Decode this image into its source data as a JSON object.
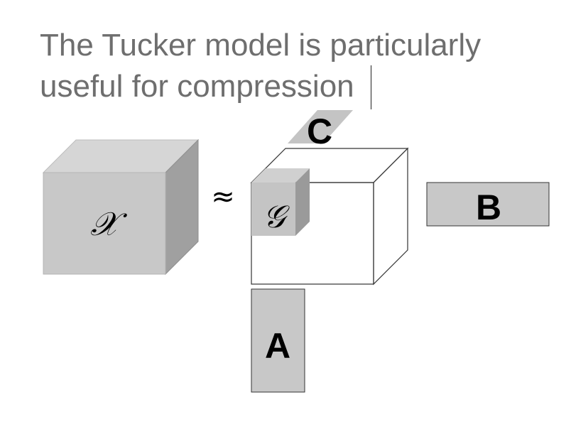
{
  "slide": {
    "title_line1": "The Tucker model is particularly",
    "title_line2": "useful for compression"
  },
  "diagram": {
    "tensor_label": "𝒳",
    "approx_symbol": "≈",
    "core_label": "𝒢",
    "factor_a_label": "A",
    "factor_b_label": "B",
    "factor_c_label": "C"
  },
  "colors": {
    "title_text": "#6e6e6e",
    "cube_front": "#c8c8c8",
    "cube_top": "#d6d6d6",
    "cube_side": "#a0a0a0",
    "outline": "#000000",
    "label_text": "#000000"
  }
}
